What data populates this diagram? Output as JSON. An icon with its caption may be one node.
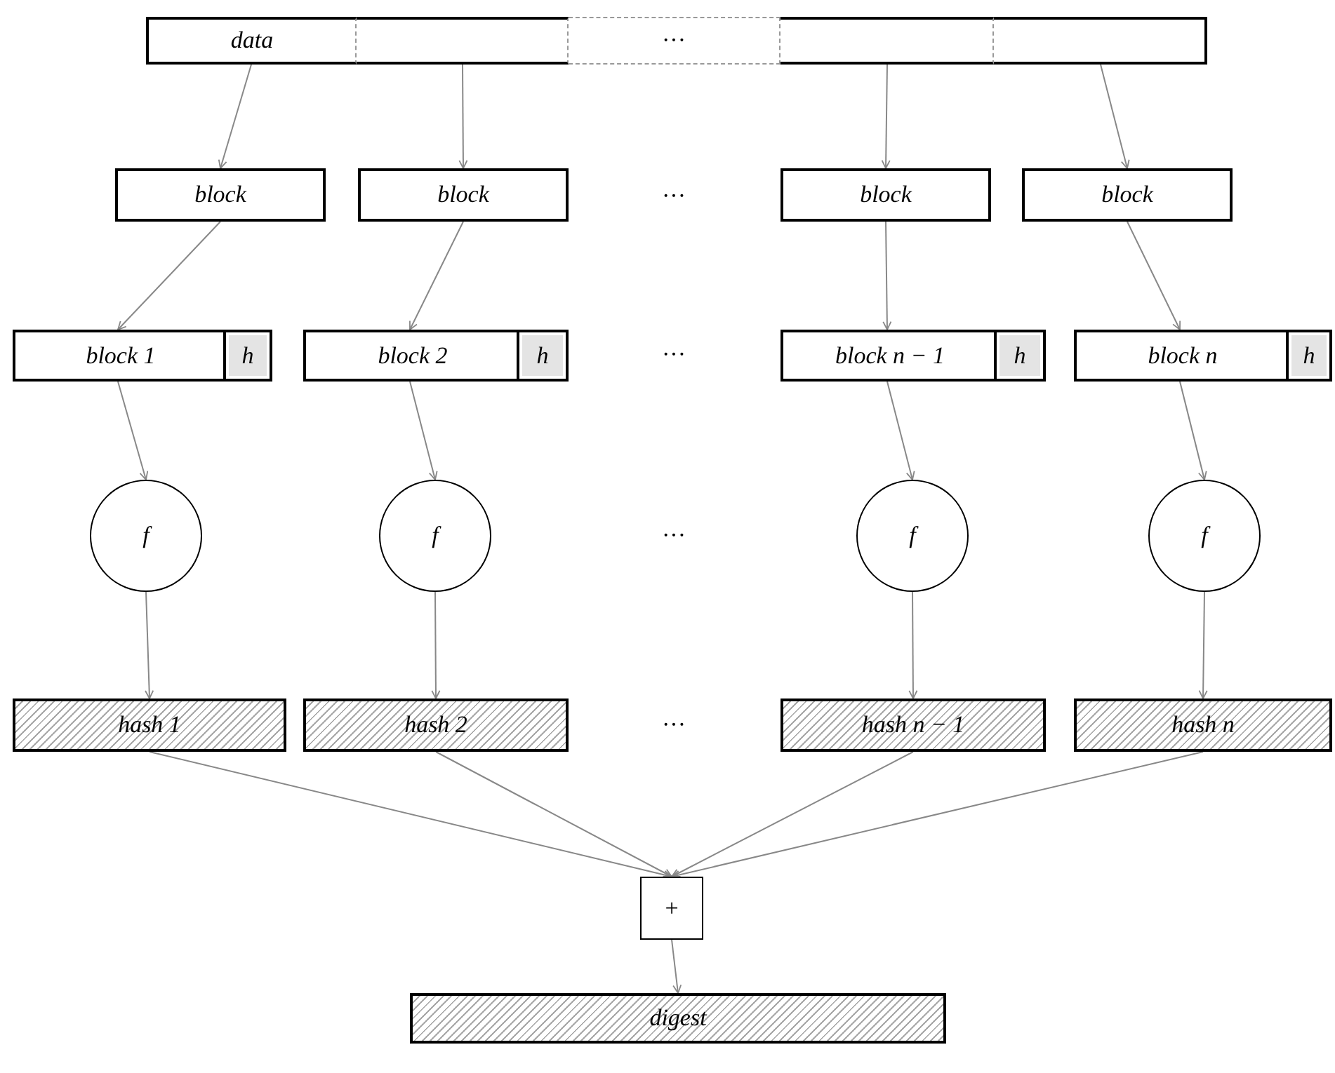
{
  "diagram": {
    "nodes": [
      {
        "text": [
          "data"
        ]
      },
      {
        "text": [],
        "shape": "box"
      },
      {
        "text": [
          "···"
        ]
      },
      {
        "text": [],
        "shape": "box"
      },
      {
        "text": [],
        "shape": "box"
      },
      {
        "text": [
          "block"
        ]
      },
      {
        "text": [
          "block"
        ]
      },
      {
        "text": [
          "block"
        ]
      },
      {
        "text": [
          "block"
        ]
      },
      {
        "text": [
          "block 1"
        ]
      },
      {
        "text": [
          "h"
        ],
        "in": 9
      },
      {
        "text": [
          "block 2"
        ]
      },
      {
        "text": [
          "h"
        ],
        "in": 11
      },
      {
        "text": [
          "block n − 1"
        ]
      },
      {
        "text": [
          "h"
        ],
        "in": 13
      },
      {
        "text": [
          "block n"
        ]
      },
      {
        "text": [
          "h"
        ],
        "in": 15
      },
      {
        "text": [
          "f"
        ]
      },
      {
        "text": [
          "f"
        ]
      },
      {
        "text": [
          "f"
        ]
      },
      {
        "text": [
          "f"
        ]
      },
      {
        "text": [
          "hash 1"
        ]
      },
      {
        "text": [
          "hash 2"
        ]
      },
      {
        "text": [
          "hash n − 1"
        ]
      },
      {
        "text": [
          "hash n"
        ]
      },
      {
        "text": [
          "+"
        ]
      },
      {
        "text": [
          "digest"
        ]
      }
    ],
    "edges": [
      {
        "from": 0,
        "to": 5,
        "arrow": "to"
      },
      {
        "from": 1,
        "to": 6,
        "arrow": "to"
      },
      {
        "from": 3,
        "to": 7,
        "arrow": "to"
      },
      {
        "from": 4,
        "to": 8,
        "arrow": "to"
      },
      {
        "from": 5,
        "to": 9,
        "arrow": "to"
      },
      {
        "from": 6,
        "to": 11,
        "arrow": "to"
      },
      {
        "from": 7,
        "to": 13,
        "arrow": "to"
      },
      {
        "from": 8,
        "to": 15,
        "arrow": "to"
      },
      {
        "from": 9,
        "to": 17,
        "arrow": "to"
      },
      {
        "from": 11,
        "to": 18,
        "arrow": "to"
      },
      {
        "from": 13,
        "to": 19,
        "arrow": "to"
      },
      {
        "from": 15,
        "to": 20,
        "arrow": "to"
      },
      {
        "from": 17,
        "to": 21,
        "arrow": "to"
      },
      {
        "from": 18,
        "to": 22,
        "arrow": "to"
      },
      {
        "from": 19,
        "to": 23,
        "arrow": "to"
      },
      {
        "from": 20,
        "to": 24,
        "arrow": "to"
      },
      {
        "from": 21,
        "to": 25,
        "arrow": "to"
      },
      {
        "from": 22,
        "to": 25,
        "arrow": "to"
      },
      {
        "from": 23,
        "to": 25,
        "arrow": "to"
      },
      {
        "from": 24,
        "to": 25,
        "arrow": "to"
      },
      {
        "from": 25,
        "to": 26,
        "arrow": "to"
      }
    ],
    "labels": [
      "···",
      "···",
      "···",
      "···"
    ]
  }
}
